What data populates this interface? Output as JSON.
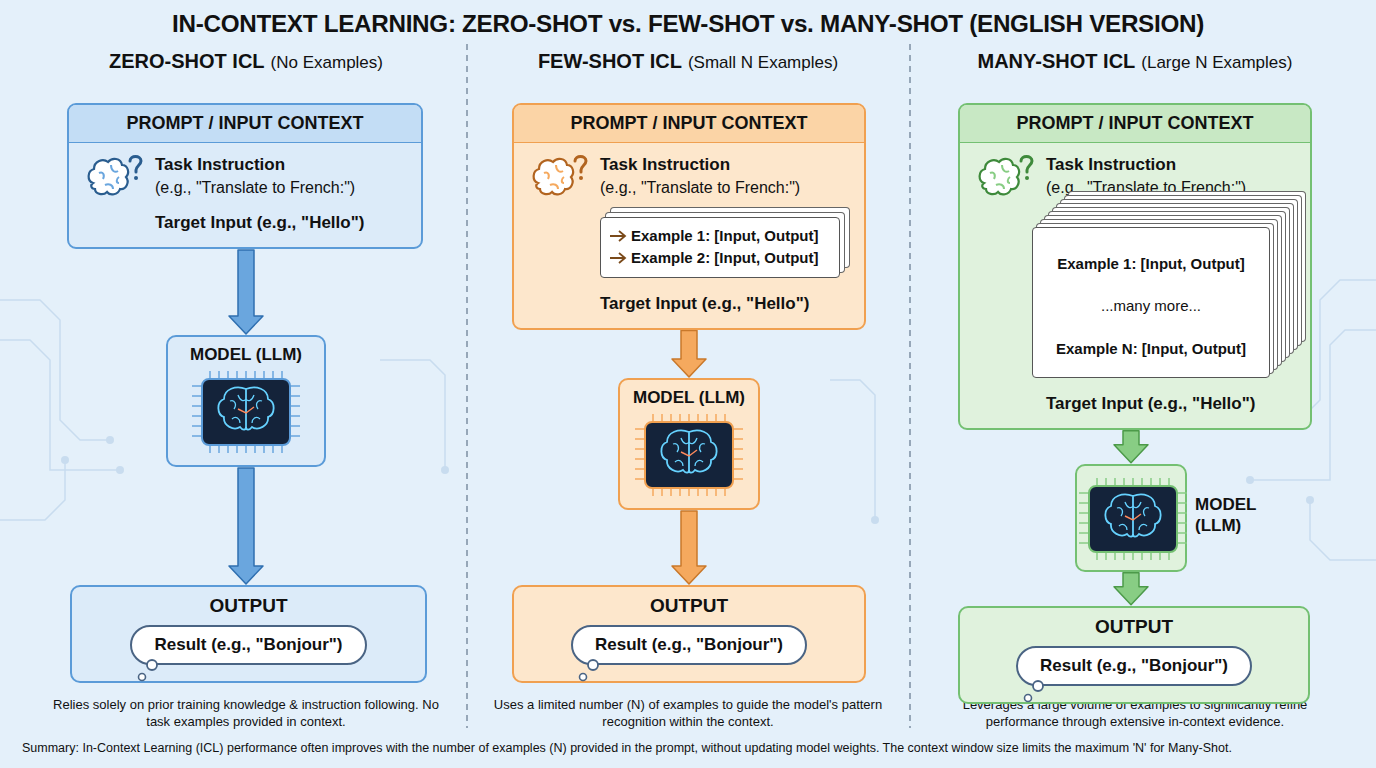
{
  "diagram": {
    "title": "IN-CONTEXT LEARNING: ZERO-SHOT vs. FEW-SHOT vs. MANY-SHOT (ENGLISH VERSION)",
    "caption": "Summary: In-Context Learning (ICL) performance often improves with the number of examples (N) provided in the prompt, without updating model weights. The context window size limits the maximum 'N' for Many-Shot.",
    "nodes": [
      {
        "text": [
          "PROMPT / INPUT CONTEXT",
          "Task Instruction",
          "(e.g., \"Translate to French:\")",
          "Target Input (e.g., \"Hello\")"
        ]
      },
      {
        "text": [
          "MODEL (LLM)"
        ]
      },
      {
        "text": [
          "OUTPUT"
        ]
      },
      {
        "text": [
          "Result (e.g., \"Bonjour\")"
        ],
        "in": 2
      },
      {
        "text": [
          "PROMPT / INPUT CONTEXT",
          "Task Instruction",
          "(e.g., \"Translate to French:\")",
          "Target Input (e.g., \"Hello\")"
        ]
      },
      {
        "text": [
          "Example 1: [Input, Output]",
          "Example 2: [Input, Output]"
        ],
        "in": 4
      },
      {
        "text": [
          "MODEL (LLM)"
        ]
      },
      {
        "text": [
          "OUTPUT"
        ]
      },
      {
        "text": [
          "Result (e.g., \"Bonjour\")"
        ],
        "in": 7
      },
      {
        "text": [
          "PROMPT / INPUT CONTEXT",
          "Task Instruction",
          "(e.g., \"Translate to French:\")",
          "Target Input (e.g., \"Hello\")"
        ]
      },
      {
        "text": [
          "Example 1: [Input, Output]",
          "...many more...",
          "Example N: [Input, Output]"
        ],
        "in": 9
      },
      {
        "text": [
          "MODEL (LLM)"
        ]
      },
      {
        "text": [
          "OUTPUT"
        ]
      },
      {
        "text": [
          "Result (e.g., \"Bonjour\")"
        ],
        "in": 12
      }
    ],
    "edges": [
      {
        "from": 0,
        "to": 1,
        "arrow": "to"
      },
      {
        "from": 1,
        "to": 2,
        "arrow": "to"
      },
      {
        "from": 4,
        "to": 6,
        "arrow": "to"
      },
      {
        "from": 6,
        "to": 7,
        "arrow": "to"
      },
      {
        "from": 9,
        "to": 11,
        "arrow": "to"
      },
      {
        "from": 11,
        "to": 12,
        "arrow": "to"
      }
    ],
    "labels": [
      "ZERO-SHOT ICL",
      "(No Examples)",
      "FEW-SHOT ICL",
      "(Small N Examples)",
      "MANY-SHOT ICL",
      "(Large N Examples)",
      "Relies solely on prior training knowledge & instruction following. No task examples provided in context.",
      "Uses a limited number (N) of examples to guide the model's pattern recognition within the context.",
      "Leverages a large volume of examples to significantly refine performance through extensive in-context evidence."
    ]
  }
}
